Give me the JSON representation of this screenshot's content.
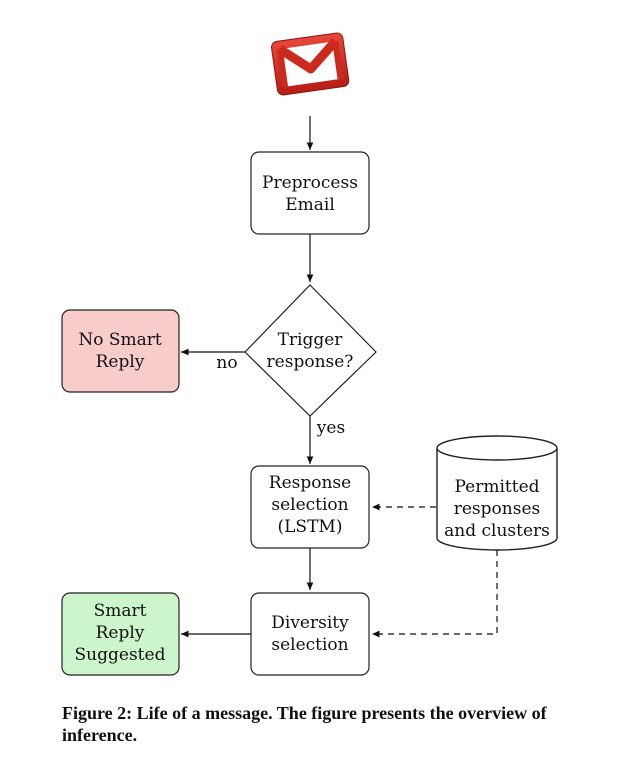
{
  "diagram": {
    "nodes": {
      "preprocess": [
        "Preprocess",
        "Email"
      ],
      "trigger": [
        "Trigger",
        "response?"
      ],
      "no_smart_reply": [
        "No Smart",
        "Reply"
      ],
      "response_selection": [
        "Response",
        "selection",
        "(LSTM)"
      ],
      "permitted": [
        "Permitted",
        "responses",
        "and clusters"
      ],
      "diversity": [
        "Diversity",
        "selection"
      ],
      "smart_reply": [
        "Smart",
        "Reply",
        "Suggested"
      ]
    },
    "edge_labels": {
      "no": "no",
      "yes": "yes"
    },
    "colors": {
      "no_reply_fill": "#f9cccc",
      "suggested_fill": "#ccf5cc",
      "gmail_red": "#cc2a1f"
    },
    "icons": {
      "source": "gmail-icon"
    }
  },
  "caption": {
    "figure_label": "Figure 2:",
    "text": " Life of a message.  The figure presents the overview of inference."
  }
}
